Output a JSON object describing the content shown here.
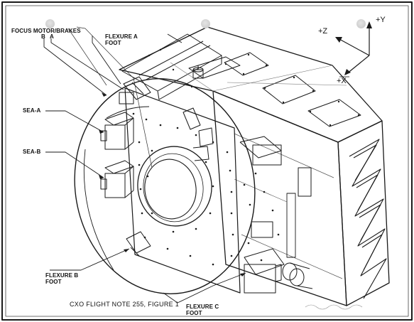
{
  "labels": {
    "focus_motor": "FOCUS MOTOR/BRAKES",
    "focus_b": "B",
    "focus_a": "A",
    "flexure_a": "FLEXURE A",
    "flexure_a_foot": "FOOT",
    "sea_a": "SEA-A",
    "sea_b": "SEA-B",
    "flexure_b": "FLEXURE B",
    "flexure_b_foot": "FOOT",
    "flexure_c": "FLEXURE C",
    "flexure_c_foot": "FOOT"
  },
  "axes": {
    "y": "+Y",
    "z": "+Z",
    "x": "+X"
  },
  "caption": "CXO FLIGHT NOTE 255,   FIGURE 1"
}
